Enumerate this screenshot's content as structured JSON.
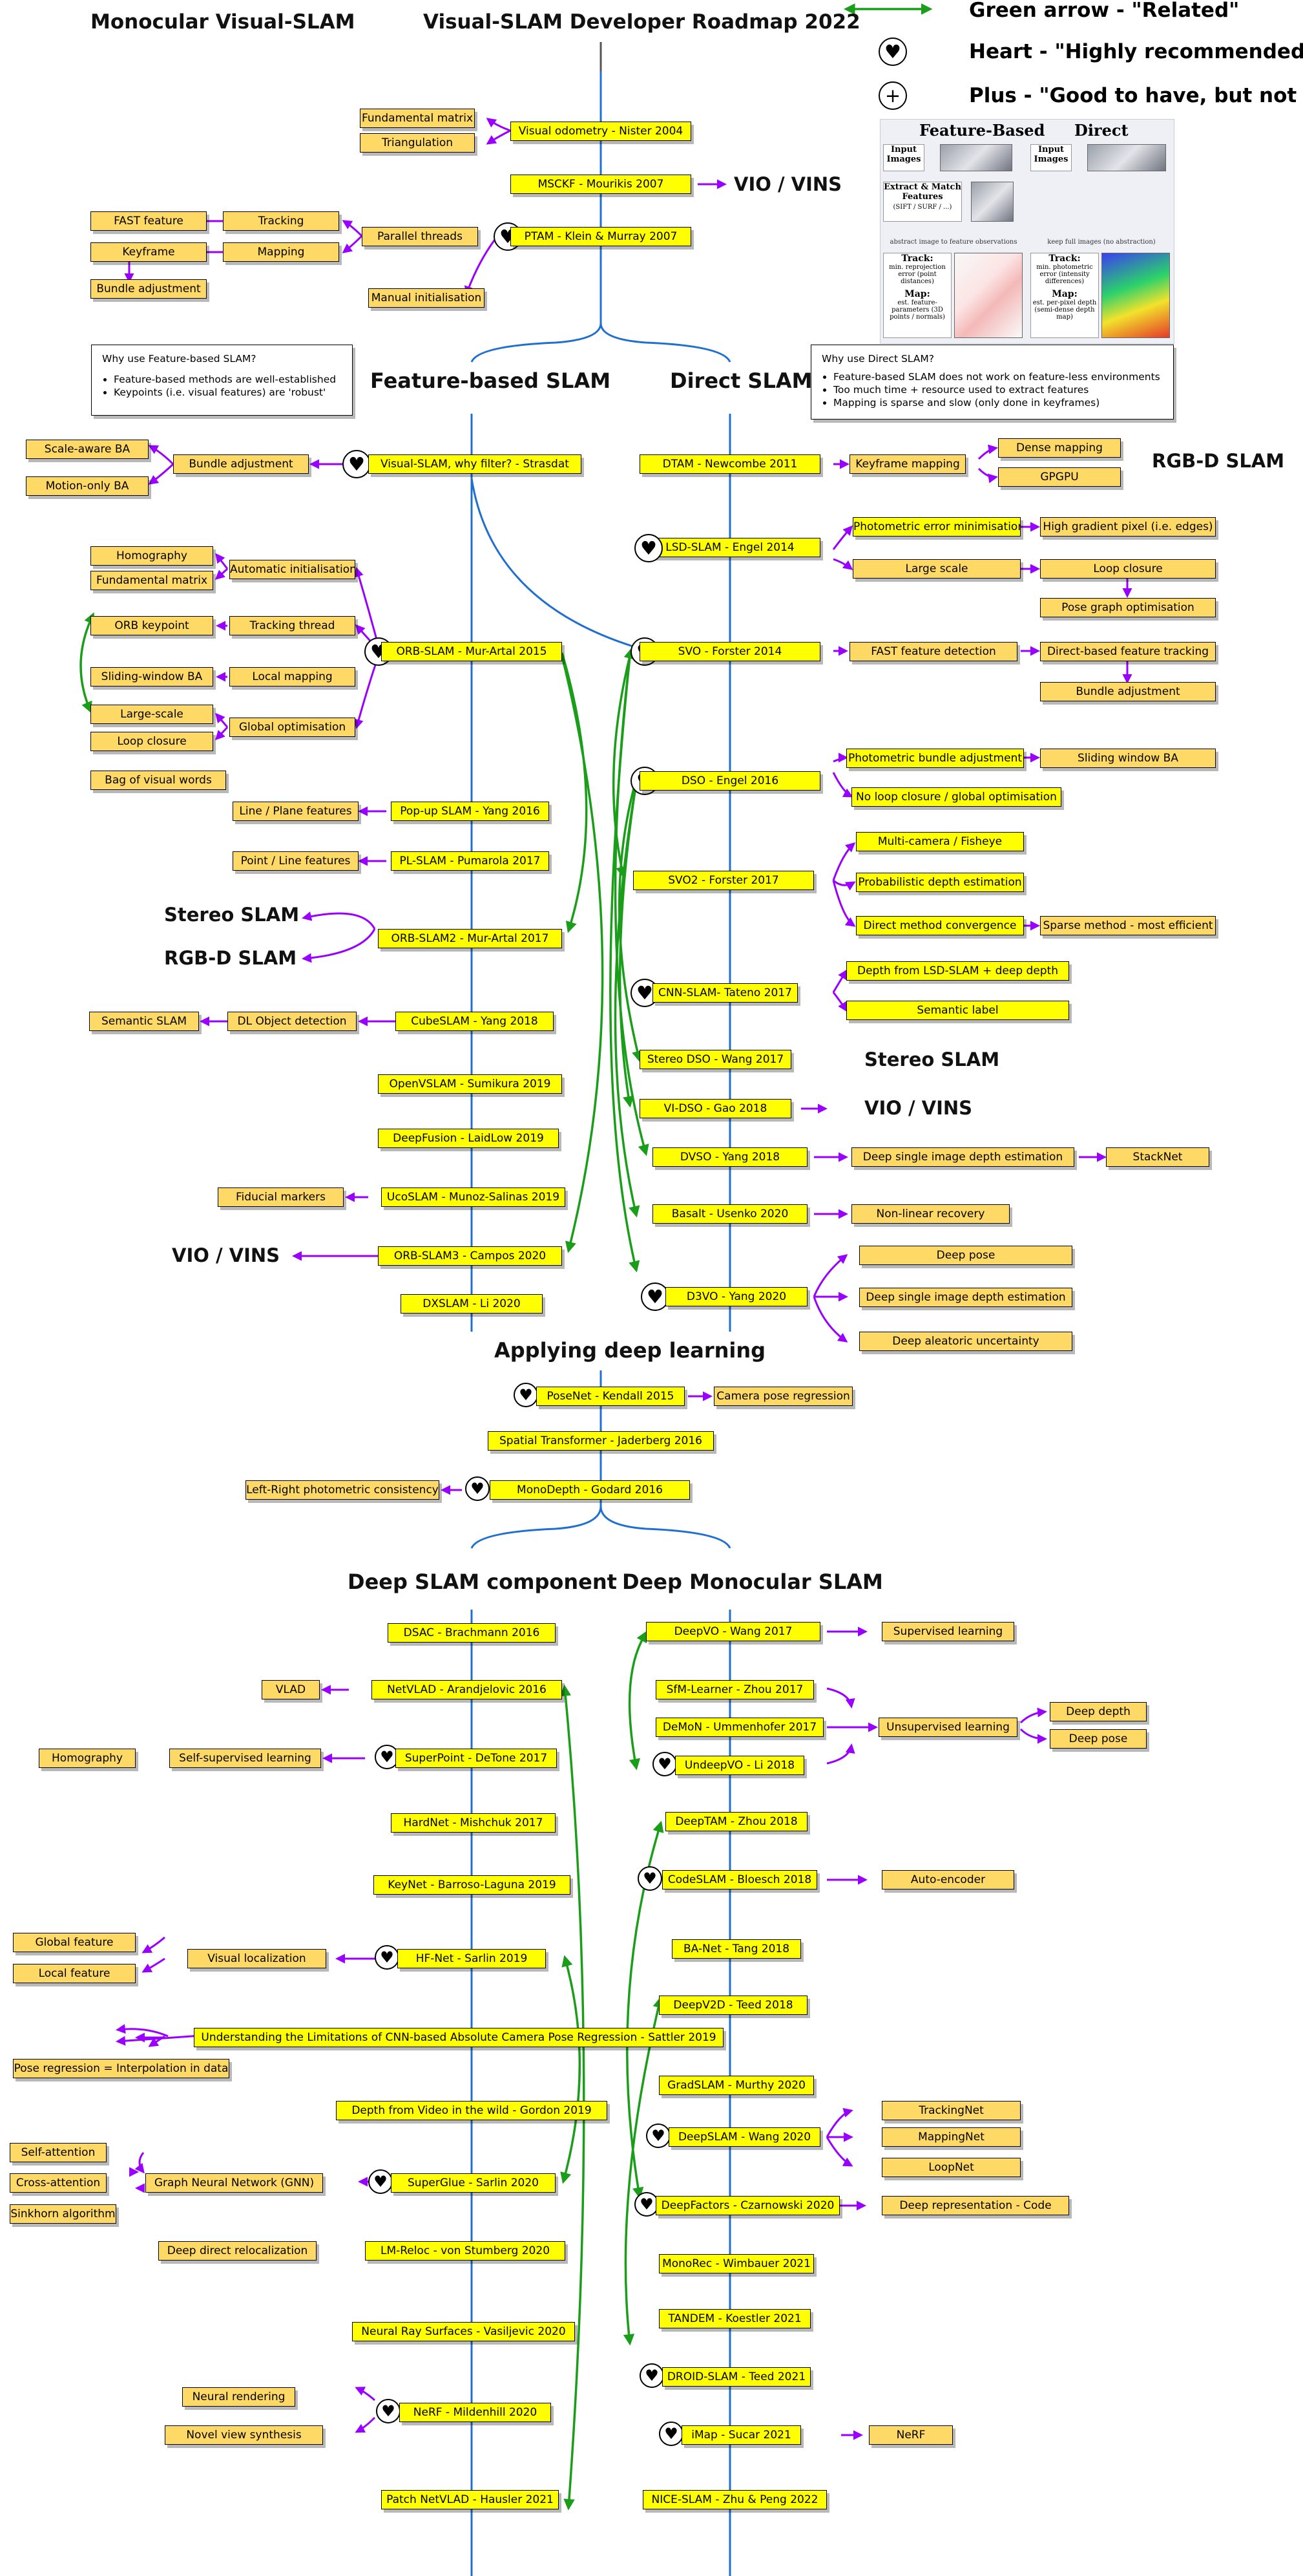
{
  "titles": {
    "left": "Monocular Visual-SLAM",
    "main": "Visual-SLAM Developer Roadmap 2022",
    "feature_based": "Feature-based SLAM",
    "direct": "Direct SLAM",
    "deep_learning": "Applying deep learning",
    "deep_component": "Deep SLAM component",
    "deep_monocular": "Deep Monocular SLAM"
  },
  "legend": {
    "green": "Green arrow - \"Related\"",
    "heart": "Heart - \"Highly recommended\"",
    "plus": "Plus - \"Good to have, but not must\""
  },
  "big_labels": {
    "vio1": "VIO / VINS",
    "rgbd1": "RGB-D SLAM",
    "stereo1": "Stereo SLAM",
    "rgbd2": "RGB-D SLAM",
    "stereo2": "Stereo SLAM",
    "vio2": "VIO / VINS",
    "vio3": "VIO / VINS"
  },
  "notes": {
    "feature": {
      "title": "Why use Feature-based SLAM?",
      "items": [
        "Feature-based methods are well-established",
        "Keypoints (i.e. visual features) are 'robust'"
      ]
    },
    "direct": {
      "title": "Why use Direct SLAM?",
      "items": [
        "Feature-based SLAM does not work on feature-less environments",
        "Too much time + resource used to extract features",
        "Mapping is sparse and slow (only done in keyframes)"
      ]
    }
  },
  "figure": {
    "h_feature": "Feature-Based",
    "h_direct": "Direct",
    "input": "Input Images",
    "extract": "Extract & Match Features",
    "extract_sub": "(SIFT / SURF / ...)",
    "abstract": "abstract image to feature observations",
    "keep": "keep full images (no abstraction)",
    "track": "Track:",
    "track_f": "min. reprojection error (point distances)",
    "track_d": "min. photometric error (intensity differences)",
    "map": "Map:",
    "map_f": "est. feature-parameters (3D points / normals)",
    "map_d": "est. per-pixel depth (semi-dense depth map)"
  },
  "nodes": {
    "fund_mat1": "Fundamental matrix",
    "triang": "Triangulation",
    "vo": "Visual odometry - Nister 2004",
    "msckf": "MSCKF - Mourikis 2007",
    "fast1": "FAST feature",
    "tracking": "Tracking",
    "keyframe": "Keyframe",
    "mapping": "Mapping",
    "parallel": "Parallel threads",
    "ptam": "PTAM - Klein & Murray 2007",
    "ba1": "Bundle adjustment",
    "manual": "Manual initialisation",
    "scale_ba": "Scale-aware BA",
    "motion_ba": "Motion-only BA",
    "ba2": "Bundle adjustment",
    "vslam_why": "Visual-SLAM, why filter? - Strasdat",
    "dtam": "DTAM - Newcombe 2011",
    "kf_mapping": "Keyframe mapping",
    "dense": "Dense mapping",
    "gpgpu": "GPGPU",
    "homog1": "Homography",
    "fund_mat2": "Fundamental matrix",
    "auto_init": "Automatic initialisation",
    "orb_kp": "ORB keypoint",
    "track_thread": "Tracking thread",
    "sw_ba": "Sliding-window BA",
    "local_map": "Local mapping",
    "large_scale1": "Large-scale",
    "loop1": "Loop closure",
    "global_opt": "Global optimisation",
    "bow": "Bag of visual words",
    "orbslam": "ORB-SLAM - Mur-Artal 2015",
    "lsd": "LSD-SLAM - Engel 2014",
    "photo_min": "Photometric error minimisation",
    "high_grad": "High gradient pixel (i.e. edges)",
    "large_scale2": "Large scale",
    "loop2": "Loop closure",
    "pose_graph": "Pose graph optimisation",
    "svo": "SVO - Forster 2014",
    "fast2": "FAST feature detection",
    "direct_track": "Direct-based feature tracking",
    "ba3": "Bundle adjustment",
    "dso": "DSO - Engel 2016",
    "photo_ba": "Photometric bundle adjustment",
    "sw_ba2": "Sliding window BA",
    "no_loop": "No loop closure / global optimisation",
    "line_plane": "Line / Plane features",
    "popup": "Pop-up SLAM - Yang 2016",
    "point_line": "Point / Line features",
    "plslam": "PL-SLAM - Pumarola 2017",
    "svo2": "SVO2 - Forster 2017",
    "multicam": "Multi-camera / Fisheye",
    "prob_depth": "Probabilistic depth estimation",
    "direct_conv": "Direct method convergence",
    "sparse_eff": "Sparse method - most efficient",
    "orbslam2": "ORB-SLAM2 - Mur-Artal 2017",
    "cnnslam": "CNN-SLAM- Tateno 2017",
    "depth_lsd": "Depth from LSD-SLAM + deep depth",
    "sem_label": "Semantic label",
    "sem_slam": "Semantic SLAM",
    "dl_obj": "DL Object detection",
    "cubeslam": "CubeSLAM - Yang 2018",
    "stereodso": "Stereo DSO - Wang 2017",
    "openvslam": "OpenVSLAM - Sumikura 2019",
    "vidso": "VI-DSO - Gao 2018",
    "deepfusion": "DeepFusion - LaidLow 2019",
    "dvso": "DVSO - Yang 2018",
    "deep_single1": "Deep single image depth estimation",
    "stacknet": "StackNet",
    "fiducial": "Fiducial markers",
    "ucoslam": "UcoSLAM - Munoz-Salinas 2019",
    "basalt": "Basalt - Usenko 2020",
    "nonlinear": "Non-linear recovery",
    "orbslam3": "ORB-SLAM3 - Campos 2020",
    "d3vo": "D3VO - Yang 2020",
    "deep_pose1": "Deep pose",
    "deep_single2": "Deep single image depth estimation",
    "deep_alea": "Deep aleatoric uncertainty",
    "dxslam": "DXSLAM - Li 2020",
    "posenet": "PoseNet - Kendall 2015",
    "cam_pose_reg": "Camera pose regression",
    "spatial": "Spatial Transformer - Jaderberg 2016",
    "lr_photo": "Left-Right photometric consistency",
    "monodepth": "MonoDepth - Godard 2016",
    "dsac": "DSAC - Brachmann 2016",
    "deepvo": "DeepVO - Wang 2017",
    "supervised": "Supervised learning",
    "vlad": "VLAD",
    "netvlad": "NetVLAD - Arandjelovic 2016",
    "sfm": "SfM-Learner - Zhou 2017",
    "demon": "DeMoN - Ummenhofer 2017",
    "unsup": "Unsupervised learning",
    "deep_depth": "Deep depth",
    "deep_pose2": "Deep pose",
    "homog2": "Homography",
    "selfsup": "Self-supervised learning",
    "superpoint": "SuperPoint - DeTone 2017",
    "undeepvo": "UndeepVO - Li 2018",
    "hardnet": "HardNet - Mishchuk 2017",
    "deeptam": "DeepTAM - Zhou 2018",
    "keynet": "KeyNet - Barroso-Laguna 2019",
    "codeslam": "CodeSLAM - Bloesch 2018",
    "autoenc": "Auto-encoder",
    "global_feat": "Global feature",
    "local_feat": "Local feature",
    "vis_loc": "Visual localization",
    "hfnet": "HF-Net - Sarlin 2019",
    "banet": "BA-Net - Tang 2018",
    "understanding": "Understanding the Limitations of CNN-based Absolute Camera Pose Regression - Sattler 2019",
    "deepv2d": "DeepV2D - Teed 2018",
    "pose_interp": "Pose regression = Interpolation in data",
    "gradslam": "GradSLAM - Murthy 2020",
    "depth_wild": "Depth from Video in the wild - Gordon 2019",
    "trackingnet": "TrackingNet",
    "deepslam": "DeepSLAM - Wang 2020",
    "mappingnet": "MappingNet",
    "loopnet": "LoopNet",
    "self_att": "Self-attention",
    "cross_att": "Cross-attention",
    "sinkhorn": "Sinkhorn algorithm",
    "gnn": "Graph Neural Network (GNN)",
    "superglue": "SuperGlue - Sarlin 2020",
    "deepfactors": "DeepFactors - Czarnowski 2020",
    "deep_repr": "Deep representation - Code",
    "ddr": "Deep direct relocalization",
    "lmreloc": "LM-Reloc - von Stumberg 2020",
    "monorec": "MonoRec - Wimbauer 2021",
    "tandem": "TANDEM - Koestler 2021",
    "nrs": "Neural Ray Surfaces - Vasiljevic 2020",
    "droid": "DROID-SLAM - Teed 2021",
    "neural_render": "Neural rendering",
    "nerf": "NeRF - Mildenhill 2020",
    "imap": "iMap - Sucar 2021",
    "nerf2": "NeRF",
    "nvs": "Novel view synthesis",
    "patchnetvlad": "Patch NetVLAD - Hausler 2021",
    "niceslam": "NICE-SLAM - Zhu & Peng 2022"
  },
  "colors": {
    "yellow": "#ffff00",
    "orange": "#ffd966",
    "purple": "#9900ff",
    "green": "#1a9e1a",
    "blue": "#1f6fd1"
  }
}
